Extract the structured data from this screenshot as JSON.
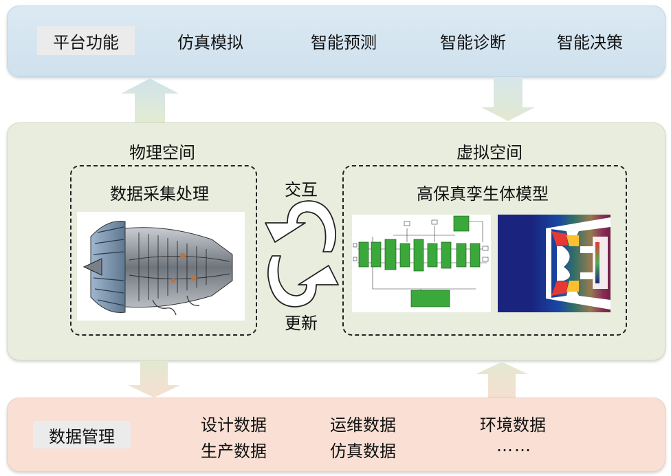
{
  "platform": {
    "label": "平台功能",
    "items": [
      "仿真模拟",
      "智能预测",
      "智能诊断",
      "智能决策"
    ]
  },
  "physical": {
    "title": "物理空间",
    "box_title": "数据采集处理"
  },
  "virtual": {
    "title": "虚拟空间",
    "box_title": "高保真孪生体模型"
  },
  "cycle": {
    "top_label": "交互",
    "bottom_label": "更新"
  },
  "data_mgmt": {
    "label": "数据管理",
    "col1": [
      "设计数据",
      "生产数据"
    ],
    "col2": [
      "运维数据",
      "仿真数据"
    ],
    "col3": [
      "环境数据",
      "……"
    ]
  },
  "colors": {
    "arrow_fill": "#dfe8cf",
    "simulink_green": "#3aa83a",
    "contour_blue": "#1a237e"
  }
}
